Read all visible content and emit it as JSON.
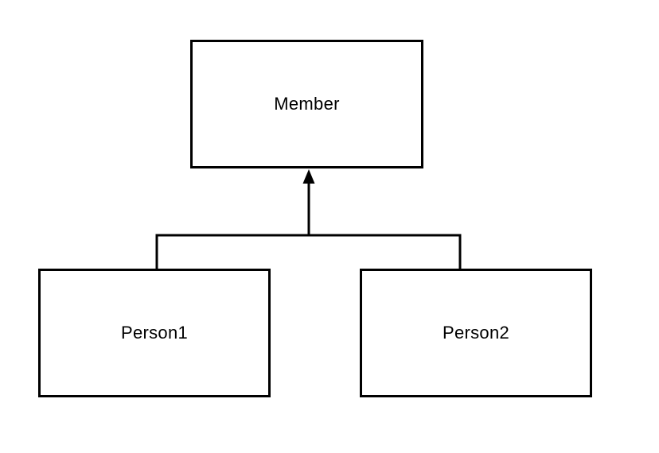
{
  "diagram": {
    "type": "hierarchy",
    "background": "#ffffff",
    "stroke_color": "#000000",
    "text_color": "#000000",
    "node_fill": "#ffffff",
    "nodes": {
      "member": {
        "label": "Member"
      },
      "person1": {
        "label": "Person1"
      },
      "person2": {
        "label": "Person2"
      }
    },
    "edges": [
      {
        "from": "person1",
        "to": "member",
        "style": "solid",
        "arrowhead": "filled-triangle-up"
      },
      {
        "from": "person2",
        "to": "member",
        "style": "solid",
        "arrowhead": "filled-triangle-up"
      }
    ]
  }
}
